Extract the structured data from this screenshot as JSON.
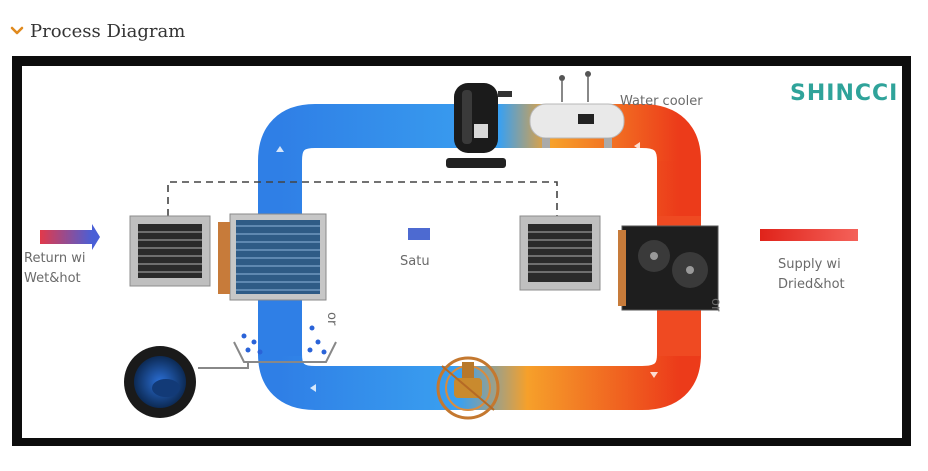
{
  "section": {
    "title": "Process Diagram",
    "toggle_icon": "chevron-down-icon",
    "accent_color": "#e08a1e"
  },
  "diagram": {
    "brand": "SHINCCI",
    "brand_color": "#2fa39a",
    "labels": {
      "water_cooler": "Water cooler",
      "return_line1": "Return wi",
      "return_line2": "Wet&hot",
      "saturation": "Satu",
      "supply_line1": "Supply wi",
      "supply_line2": "Dried&hot",
      "evap_fragment": "or",
      "cond_fragment": "or"
    },
    "colors": {
      "cold": "#2f7fe6",
      "hot": "#ec3b1a",
      "frame": "#0d0d0d"
    }
  }
}
